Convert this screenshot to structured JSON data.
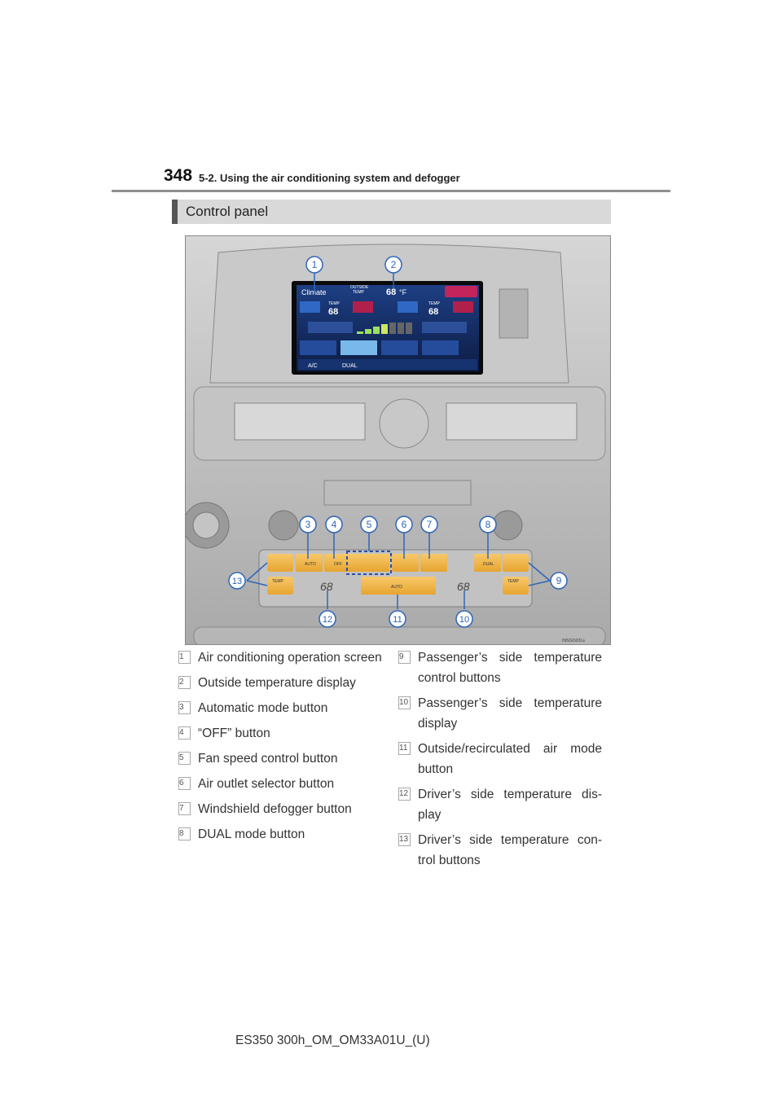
{
  "header": {
    "page_number": "348",
    "section": "5-2. Using the air conditioning system and defogger"
  },
  "heading": "Control panel",
  "figure": {
    "screen": {
      "title": "Climate",
      "outside_label_line1": "OUTSIDE",
      "outside_label_line2": "TEMP",
      "outside_temp": "68",
      "outside_unit": "°F",
      "temp_label": "TEMP",
      "left_temp": "68",
      "right_temp": "68",
      "ac_label": "A/C",
      "dual_label": "DUAL"
    },
    "panel": {
      "auto_label": "AUTO",
      "off_label": "OFF",
      "dual_label": "DUAL",
      "temp_label": "TEMP",
      "left_display": "68",
      "right_display": "68",
      "center_auto": "AUTO"
    },
    "code": "IN52E5031a",
    "callouts": [
      "1",
      "2",
      "3",
      "4",
      "5",
      "6",
      "7",
      "8",
      "9",
      "10",
      "11",
      "12",
      "13"
    ]
  },
  "legend": {
    "left": [
      {
        "num": "1",
        "text": "Air conditioning operation screen"
      },
      {
        "num": "2",
        "text": "Outside temperature display"
      },
      {
        "num": "3",
        "text": "Automatic mode button"
      },
      {
        "num": "4",
        "text": "“OFF” button"
      },
      {
        "num": "5",
        "text": "Fan speed control button"
      },
      {
        "num": "6",
        "text": "Air outlet selector button"
      },
      {
        "num": "7",
        "text": "Windshield defogger button"
      },
      {
        "num": "8",
        "text": "DUAL mode button"
      }
    ],
    "right": [
      {
        "num": "9",
        "text": "Passenger’s side temperature control buttons"
      },
      {
        "num": "10",
        "text": "Passenger’s side temperature display"
      },
      {
        "num": "11",
        "text": "Outside/recirculated air mode button"
      },
      {
        "num": "12",
        "text": "Driver’s side temperature dis-play"
      },
      {
        "num": "13",
        "text": "Driver’s side temperature con-trol buttons"
      }
    ]
  },
  "footer": "ES350 300h_OM_OM33A01U_(U)"
}
